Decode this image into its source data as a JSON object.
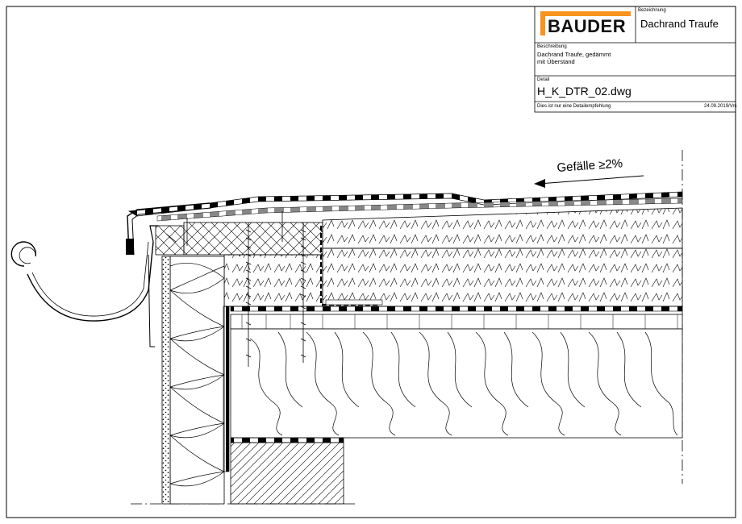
{
  "titleblock": {
    "brand": "BAUDER",
    "designation_label": "Bezeichnung",
    "designation": "Dachrand Traufe",
    "description_label": "Beschreibung",
    "description_line1": "Dachrand Traufe, gedämmt",
    "description_line2": "mit Überstand",
    "detail_label": "Detail",
    "detail_file": "H_K_DTR_02.dwg",
    "note": "Dies ist nur eine Detailempfehlung",
    "date_ref": "24.09.2019/Vrs",
    "brand_color": "#f7941d"
  },
  "drawing": {
    "slope_label": "Gefälle ≥2%",
    "slope_direction": "left"
  }
}
